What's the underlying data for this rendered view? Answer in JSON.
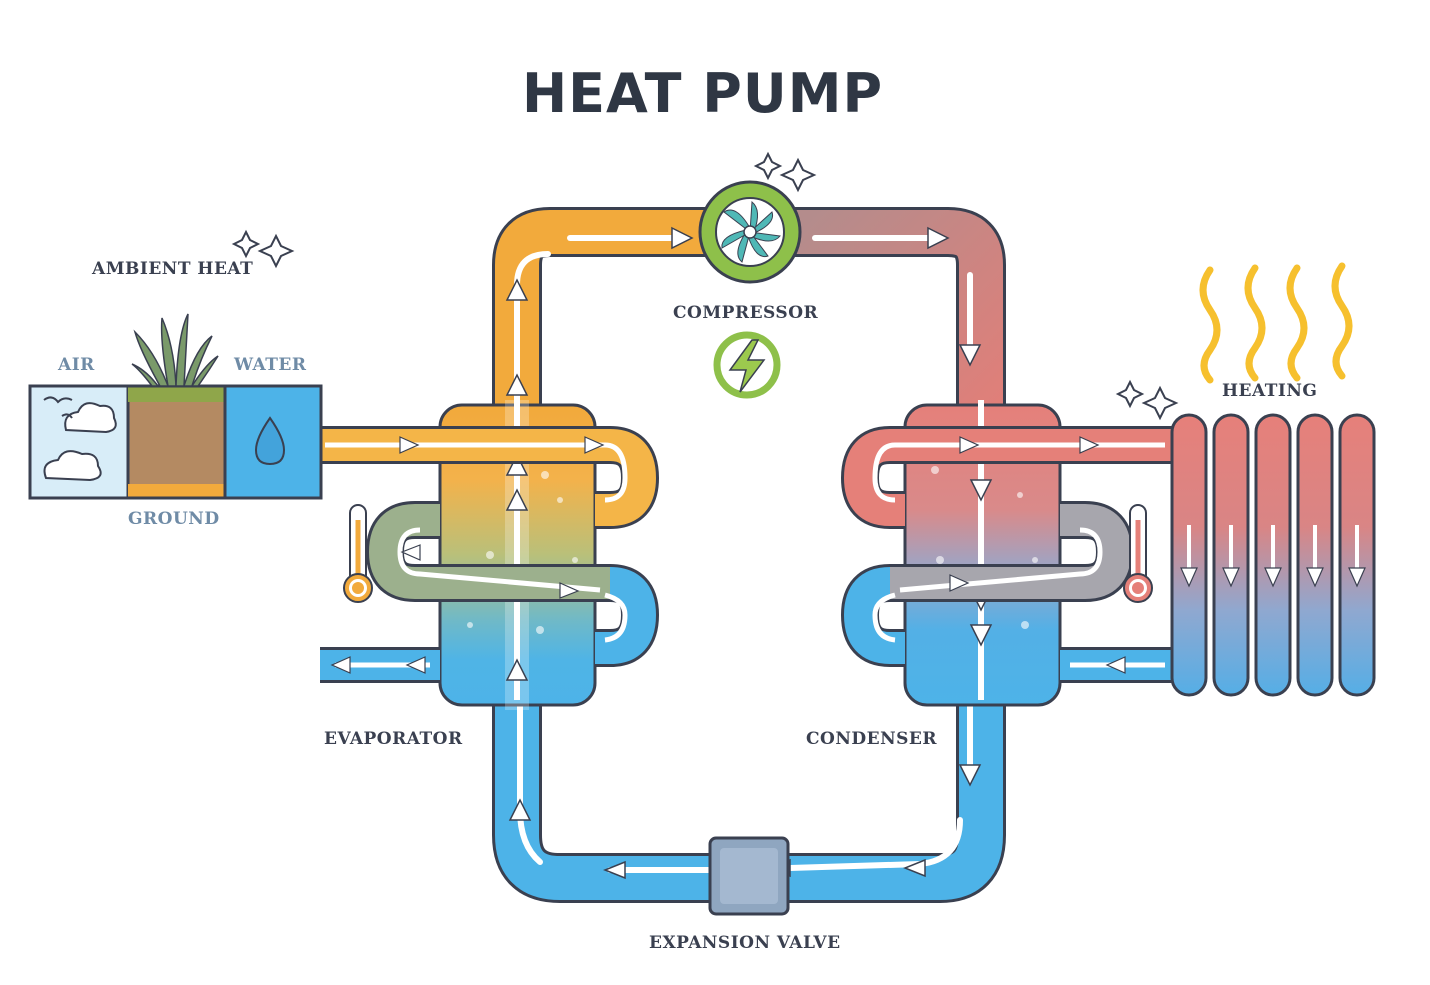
{
  "title": "HEAT PUMP",
  "labels": {
    "ambient_heat": "AMBIENT HEAT",
    "air": "AIR",
    "water": "WATER",
    "ground": "GROUND",
    "compressor": "COMPRESSOR",
    "heating": "HEATING",
    "evaporator": "EVAPORATOR",
    "condenser": "CONDENSER",
    "expansion_valve": "EXPANSION VALVE"
  },
  "colors": {
    "hot_refrigerant": "#e58079",
    "warm_refrigerant": "#f2aa3c",
    "cold_refrigerant": "#4db3e8",
    "compressor": "#8ec04a",
    "label_dark": "#3a4050",
    "label_blue": "#6f8ba6"
  },
  "icons": [
    "cloud-icon",
    "bird-icon",
    "grass-icon",
    "water-drop-icon",
    "fan-icon",
    "lightning-icon",
    "thermometer-icon",
    "sparkle-icon",
    "heat-wave-icon"
  ]
}
